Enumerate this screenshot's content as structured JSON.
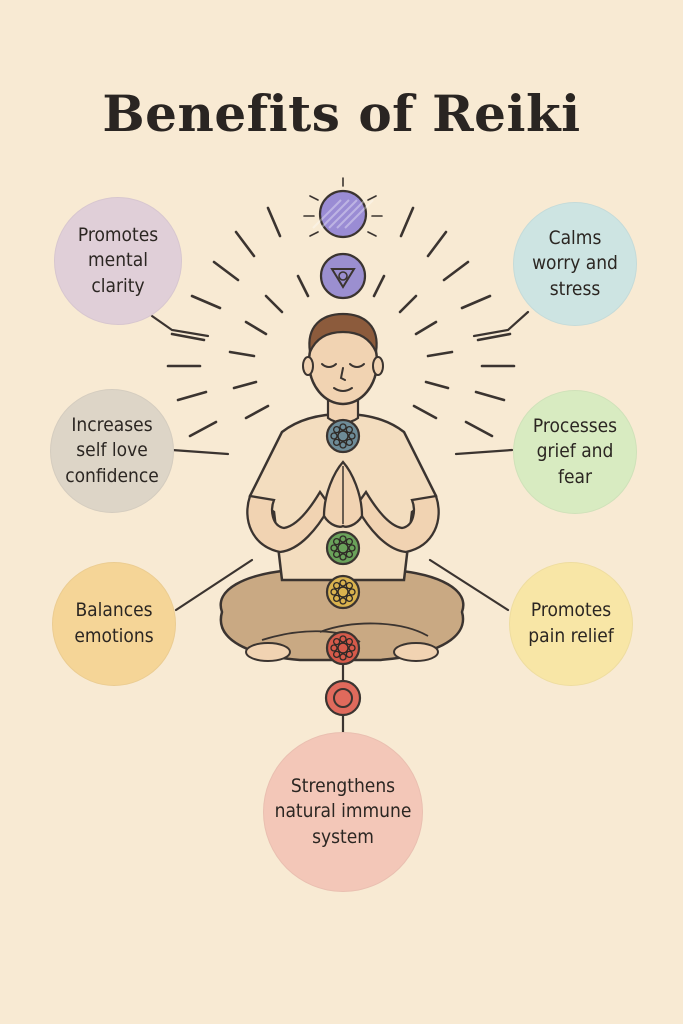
{
  "title": "Benefits of Reiki",
  "benefits": [
    {
      "id": "mental-clarity",
      "label": "Promotes\nmental clarity",
      "color": "#e0cfd8"
    },
    {
      "id": "calms-worry",
      "label": "Calms\nworry and\nstress",
      "color": "#cde4e2"
    },
    {
      "id": "self-love",
      "label": "Increases\nself love\nconfidence",
      "color": "#ddd5c7"
    },
    {
      "id": "grief-fear",
      "label": "Processes\ngrief and\nfear",
      "color": "#d8ebc1"
    },
    {
      "id": "balances-emotions",
      "label": "Balances\nemotions",
      "color": "#f5d597"
    },
    {
      "id": "pain-relief",
      "label": "Promotes\npain relief",
      "color": "#f8e6a6"
    },
    {
      "id": "immune-system",
      "label": "Strengthens\nnatural immune\nsystem",
      "color": "#f3c7b8"
    }
  ],
  "chakras": [
    {
      "id": "crown",
      "color": "#9a8cd4"
    },
    {
      "id": "third-eye",
      "color": "#9b8fd0"
    },
    {
      "id": "throat",
      "color": "#6e8c98"
    },
    {
      "id": "heart",
      "color": "#6aa25a"
    },
    {
      "id": "solar-plexus",
      "color": "#d9b24e"
    },
    {
      "id": "sacral",
      "color": "#d65a4a"
    },
    {
      "id": "root",
      "color": "#e06a5c"
    }
  ]
}
